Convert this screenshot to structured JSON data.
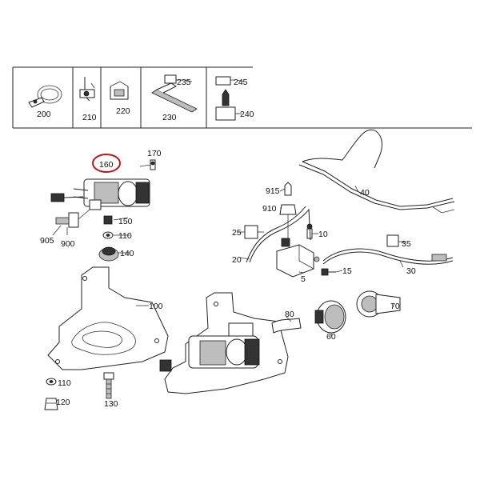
{
  "callouts": {
    "p5": "5",
    "p10": "10",
    "p15": "15",
    "p20": "20",
    "p25": "25",
    "p30": "30",
    "p35": "35",
    "p40": "40",
    "p60": "60",
    "p70": "70",
    "p80": "80",
    "p100": "100",
    "p110a": "110",
    "p110b": "110",
    "p120": "120",
    "p130": "130",
    "p140": "140",
    "p150": "150",
    "p160": "160",
    "p170": "170",
    "p200": "200",
    "p210": "210",
    "p220": "220",
    "p230": "230",
    "p235": "235",
    "p240": "240",
    "p245": "245",
    "p900": "900",
    "p905": "905",
    "p910": "910",
    "p915": "915"
  },
  "highlight": {
    "part": "160",
    "color": "#c0141a"
  }
}
